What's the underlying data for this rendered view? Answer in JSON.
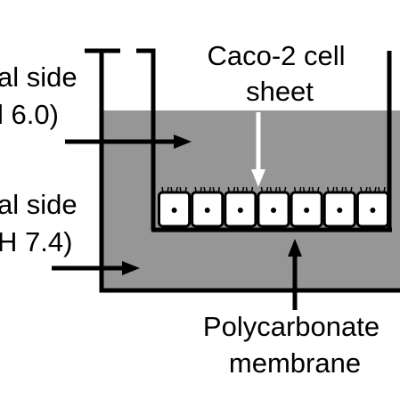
{
  "labels": {
    "apical_side": "al side",
    "apical_ph": "l 6.0)",
    "basolateral_side": "al side",
    "basolateral_ph": "H 7.4)",
    "cell_sheet_line1": "Caco-2 cell",
    "cell_sheet_line2": "sheet",
    "membrane_line1": "Polycarbonate",
    "membrane_line2": "membrane"
  },
  "colors": {
    "medium": "#969696",
    "outline": "#000000",
    "cell_fill": "#ffffff",
    "background": "#ffffff"
  },
  "cell_count": 7
}
